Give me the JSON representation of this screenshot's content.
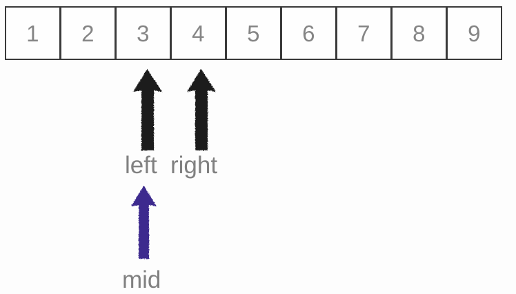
{
  "diagram": {
    "type": "binary-search-pointer-diagram",
    "background_color": "#fdfdfd",
    "array": {
      "name": "array-strip",
      "cell_count": 9,
      "cells": [
        {
          "index": 1,
          "value": "1"
        },
        {
          "index": 2,
          "value": "2"
        },
        {
          "index": 3,
          "value": "3"
        },
        {
          "index": 4,
          "value": "4"
        },
        {
          "index": 5,
          "value": "5"
        },
        {
          "index": 6,
          "value": "6"
        },
        {
          "index": 7,
          "value": "7"
        },
        {
          "index": 8,
          "value": "8"
        },
        {
          "index": 9,
          "value": "9"
        }
      ],
      "cell_text_color": "#858585",
      "cell_border_color": "#3a3a3a"
    },
    "pointers": [
      {
        "id": "left",
        "label": "left",
        "label_color": "#808080",
        "arrow_color": "#1a1a1a",
        "points_to_cell_value": "3",
        "direction": "up"
      },
      {
        "id": "right",
        "label": "right",
        "label_color": "#808080",
        "arrow_color": "#1a1a1a",
        "points_to_cell_value": "4",
        "direction": "up"
      },
      {
        "id": "mid",
        "label": "mid",
        "label_color": "#808080",
        "arrow_color": "#3c2b8e",
        "points_to_cell_value": "3",
        "direction": "up"
      }
    ]
  }
}
